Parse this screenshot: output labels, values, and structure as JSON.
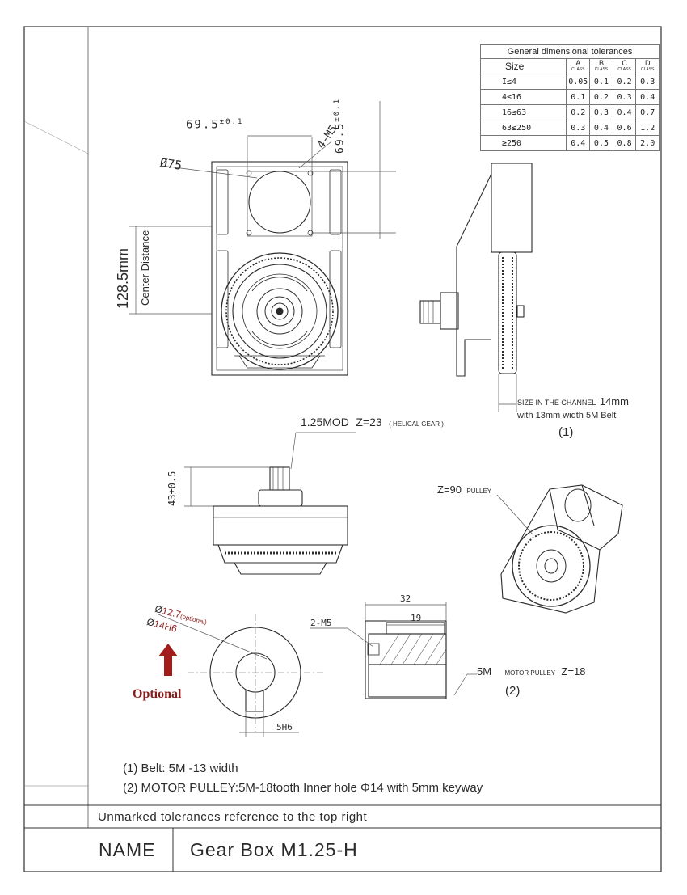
{
  "tolerance_table": {
    "title": "General dimensional tolerances",
    "size_header": "Size",
    "classes": [
      {
        "letter": "A",
        "sub": "CLASS"
      },
      {
        "letter": "B",
        "sub": "CLASS"
      },
      {
        "letter": "C",
        "sub": "CLASS"
      },
      {
        "letter": "D",
        "sub": "CLASS"
      }
    ],
    "rows": [
      {
        "size": "I≤4",
        "values": [
          "0.05",
          "0.1",
          "0.2",
          "0.3"
        ]
      },
      {
        "size": "4≤16",
        "values": [
          "0.1",
          "0.2",
          "0.3",
          "0.4"
        ]
      },
      {
        "size": "16≤63",
        "values": [
          "0.2",
          "0.3",
          "0.4",
          "0.7"
        ]
      },
      {
        "size": "63≤250",
        "values": [
          "0.3",
          "0.4",
          "0.6",
          "1.2"
        ]
      },
      {
        "size": "≥250",
        "values": [
          "0.4",
          "0.5",
          "0.8",
          "2.0"
        ]
      }
    ]
  },
  "top_view": {
    "dim_horizontal": "69.5",
    "dim_horizontal_tol": "±0.1",
    "dim_vertical": "69.5",
    "dim_vertical_tol": "±0.1",
    "hole_label": "4-M5",
    "diameter_label": "Ø75",
    "center_distance_value": "128.5mm",
    "center_distance_label": "Center Distance"
  },
  "side_view": {
    "channel_prefix": "SIZE IN THE CHANNEL",
    "channel_value": "14mm",
    "belt_note": "with 13mm width 5M  Belt",
    "ref": "(1)"
  },
  "gear_view": {
    "module_label": "1.25MOD",
    "teeth_label": "Z=",
    "teeth_value": "23",
    "gear_type": "( HELICAL GEAR )",
    "height_dim": "43±0.5"
  },
  "iso_view": {
    "pulley_label": "Z=90",
    "pulley_type": "PULLEY"
  },
  "pulley_detail": {
    "bore_optional_value": "12.7",
    "bore_optional_note": "(optional)",
    "bore_value": "14H6",
    "keyway_label": "5H6",
    "optional_label": "Optional",
    "length_dim": "32",
    "width_dim": "19",
    "screw_label": "2-M5",
    "motor_pulley_prefix": "5M",
    "motor_pulley_label": "MOTOR PULLEY",
    "motor_pulley_teeth": "Z=18",
    "ref": "(2)"
  },
  "notes": [
    "(1)  Belt: 5M -13 width",
    "(2)  MOTOR PULLEY:5M-18tooth  Inner hole Φ14 with 5mm keyway"
  ],
  "footer": {
    "tolerance_note": "Unmarked tolerances reference to the top right",
    "name_label": "NAME",
    "name_value": "Gear Box M1.25-H"
  },
  "colors": {
    "line": "#2b2b2b",
    "dim_line": "#555555",
    "accent_red": "#8b1a1a"
  }
}
